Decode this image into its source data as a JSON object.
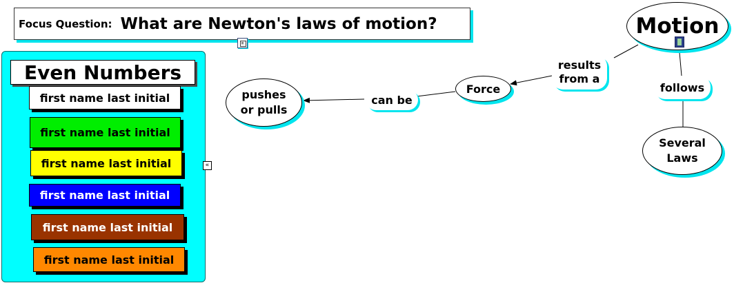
{
  "focus": {
    "label": "Focus Question:",
    "question": "What are Newton's laws of motion?"
  },
  "panel": {
    "title": "Even Numbers",
    "names": [
      {
        "text": "first name last initial",
        "bg": "#ffffff",
        "fg": "#000000"
      },
      {
        "text": "first name last initial",
        "bg": "#00ee00",
        "fg": "#000000"
      },
      {
        "text": "first name last initial",
        "bg": "#ffff00",
        "fg": "#000000"
      },
      {
        "text": "first name last initial",
        "bg": "#0000ff",
        "fg": "#ffffff"
      },
      {
        "text": "first name last initial",
        "bg": "#993300",
        "fg": "#ffffff"
      },
      {
        "text": "first name last initial",
        "bg": "#ff8800",
        "fg": "#000000"
      }
    ]
  },
  "map": {
    "motion": "Motion",
    "results_line1": "results",
    "results_line2": "from a",
    "force": "Force",
    "can_be": "can be",
    "pushes_line1": "pushes",
    "pushes_line2": "or pulls",
    "follows": "follows",
    "laws_line1": "Several",
    "laws_line2": "Laws"
  },
  "icons": {
    "document": "document-icon",
    "film": "film-icon",
    "collapse": "collapse-double-chevron-icon"
  },
  "colors": {
    "panel_bg": "#00ffff",
    "shadow": "#00e5ee"
  }
}
